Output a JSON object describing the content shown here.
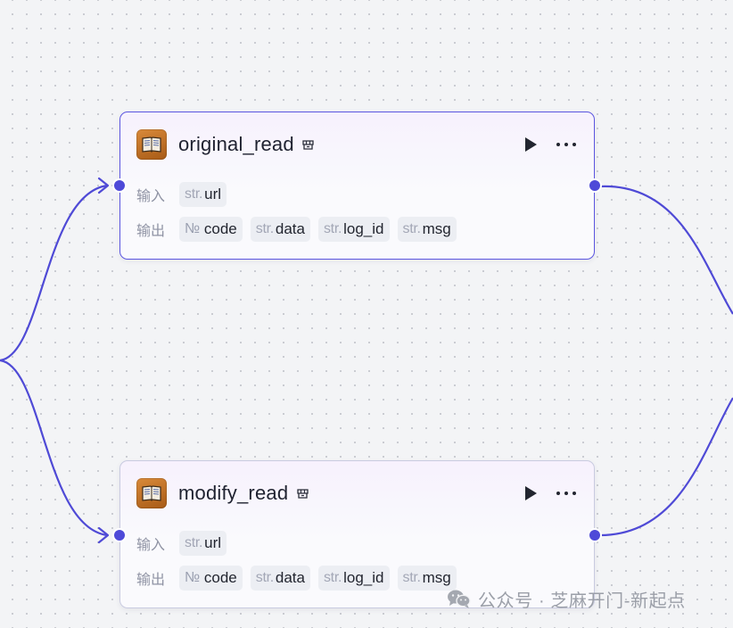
{
  "colors": {
    "accent": "#4e4ad8",
    "edge": "#4f4ad6",
    "canvas_bg": "#f3f4f6",
    "tag_bg": "#eceef3"
  },
  "nodes": [
    {
      "title": "original_read",
      "icon": "book-icon",
      "badge_icon": "plugin-icon",
      "selected": true,
      "input_label": "输入",
      "output_label": "输出",
      "inputs": [
        {
          "type": "str.",
          "name": "url"
        }
      ],
      "outputs": [
        {
          "type": "№",
          "name": "code"
        },
        {
          "type": "str.",
          "name": "data"
        },
        {
          "type": "str.",
          "name": "log_id"
        },
        {
          "type": "str.",
          "name": "msg"
        }
      ]
    },
    {
      "title": "modify_read",
      "icon": "book-icon",
      "badge_icon": "plugin-icon",
      "selected": false,
      "input_label": "输入",
      "output_label": "输出",
      "inputs": [
        {
          "type": "str.",
          "name": "url"
        }
      ],
      "outputs": [
        {
          "type": "№",
          "name": "code"
        },
        {
          "type": "str.",
          "name": "data"
        },
        {
          "type": "str.",
          "name": "log_id"
        },
        {
          "type": "str.",
          "name": "msg"
        }
      ]
    }
  ],
  "watermark": {
    "icon": "wechat-icon",
    "text": "公众号 · 芝麻开门-新起点"
  }
}
